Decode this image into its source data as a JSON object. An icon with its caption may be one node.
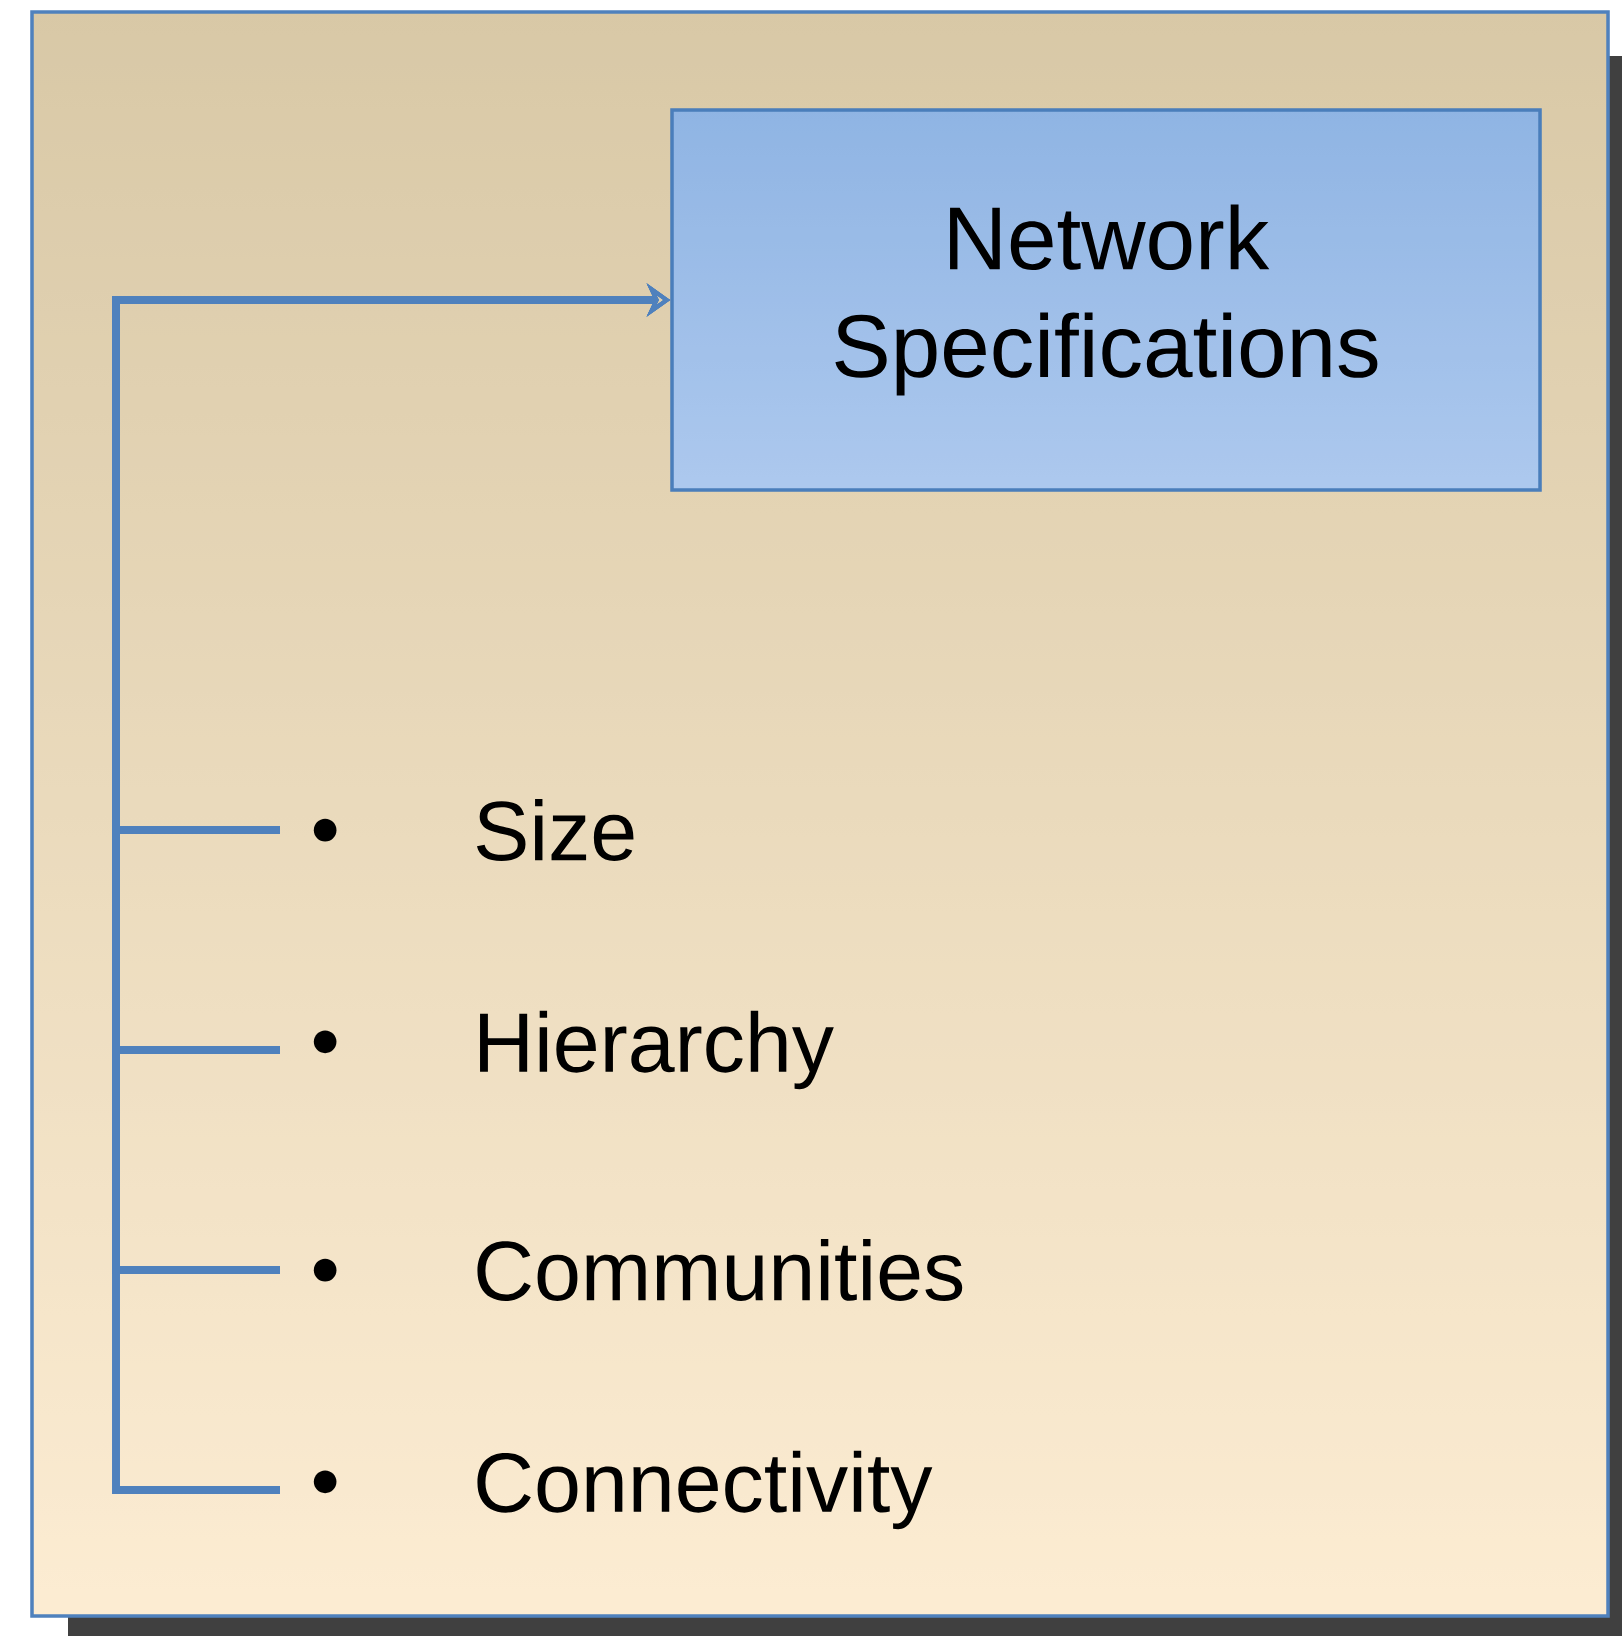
{
  "diagram": {
    "nodes": [
      {
        "text": [
          "Network Specifications"
        ]
      },
      {
        "text": [
          "Size"
        ]
      },
      {
        "text": [
          "Hierarchy"
        ]
      },
      {
        "text": [
          "Communities"
        ]
      },
      {
        "text": [
          "Connectivity"
        ]
      }
    ],
    "edges": [
      {
        "from": 1,
        "to": 0,
        "arrow": "to"
      },
      {
        "from": 2,
        "to": 0,
        "arrow": "to"
      },
      {
        "from": 3,
        "to": 0,
        "arrow": "to"
      },
      {
        "from": 4,
        "to": 0,
        "arrow": "to"
      }
    ]
  }
}
